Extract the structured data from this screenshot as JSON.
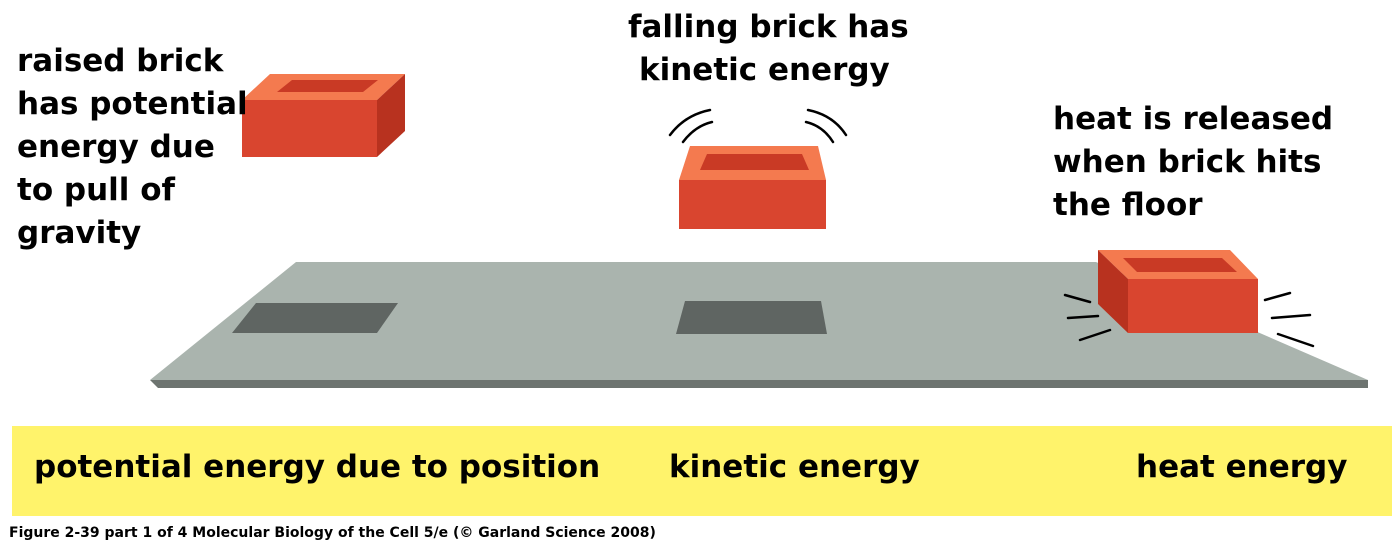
{
  "labels": {
    "raised": [
      "raised brick",
      "has potential",
      "energy due",
      "to pull of",
      "gravity"
    ],
    "falling": [
      "falling brick has",
      "kinetic energy"
    ],
    "heat": [
      "heat is released",
      "when brick hits",
      "the floor"
    ]
  },
  "flow": {
    "step1": "potential energy due to position",
    "step2": "kinetic energy",
    "step3": "heat energy"
  },
  "caption": "Figure 2-39 part 1 of 4  Molecular Biology of the Cell 5/e (© Garland Science 2008)",
  "colors": {
    "brick_front": "#d9452f",
    "brick_side": "#b8321f",
    "brick_top": "#f47a4f",
    "floor": "#aab4ae",
    "floor_edge": "#6d7470",
    "shadow": "#5f6562",
    "banner": "#fff36b"
  }
}
